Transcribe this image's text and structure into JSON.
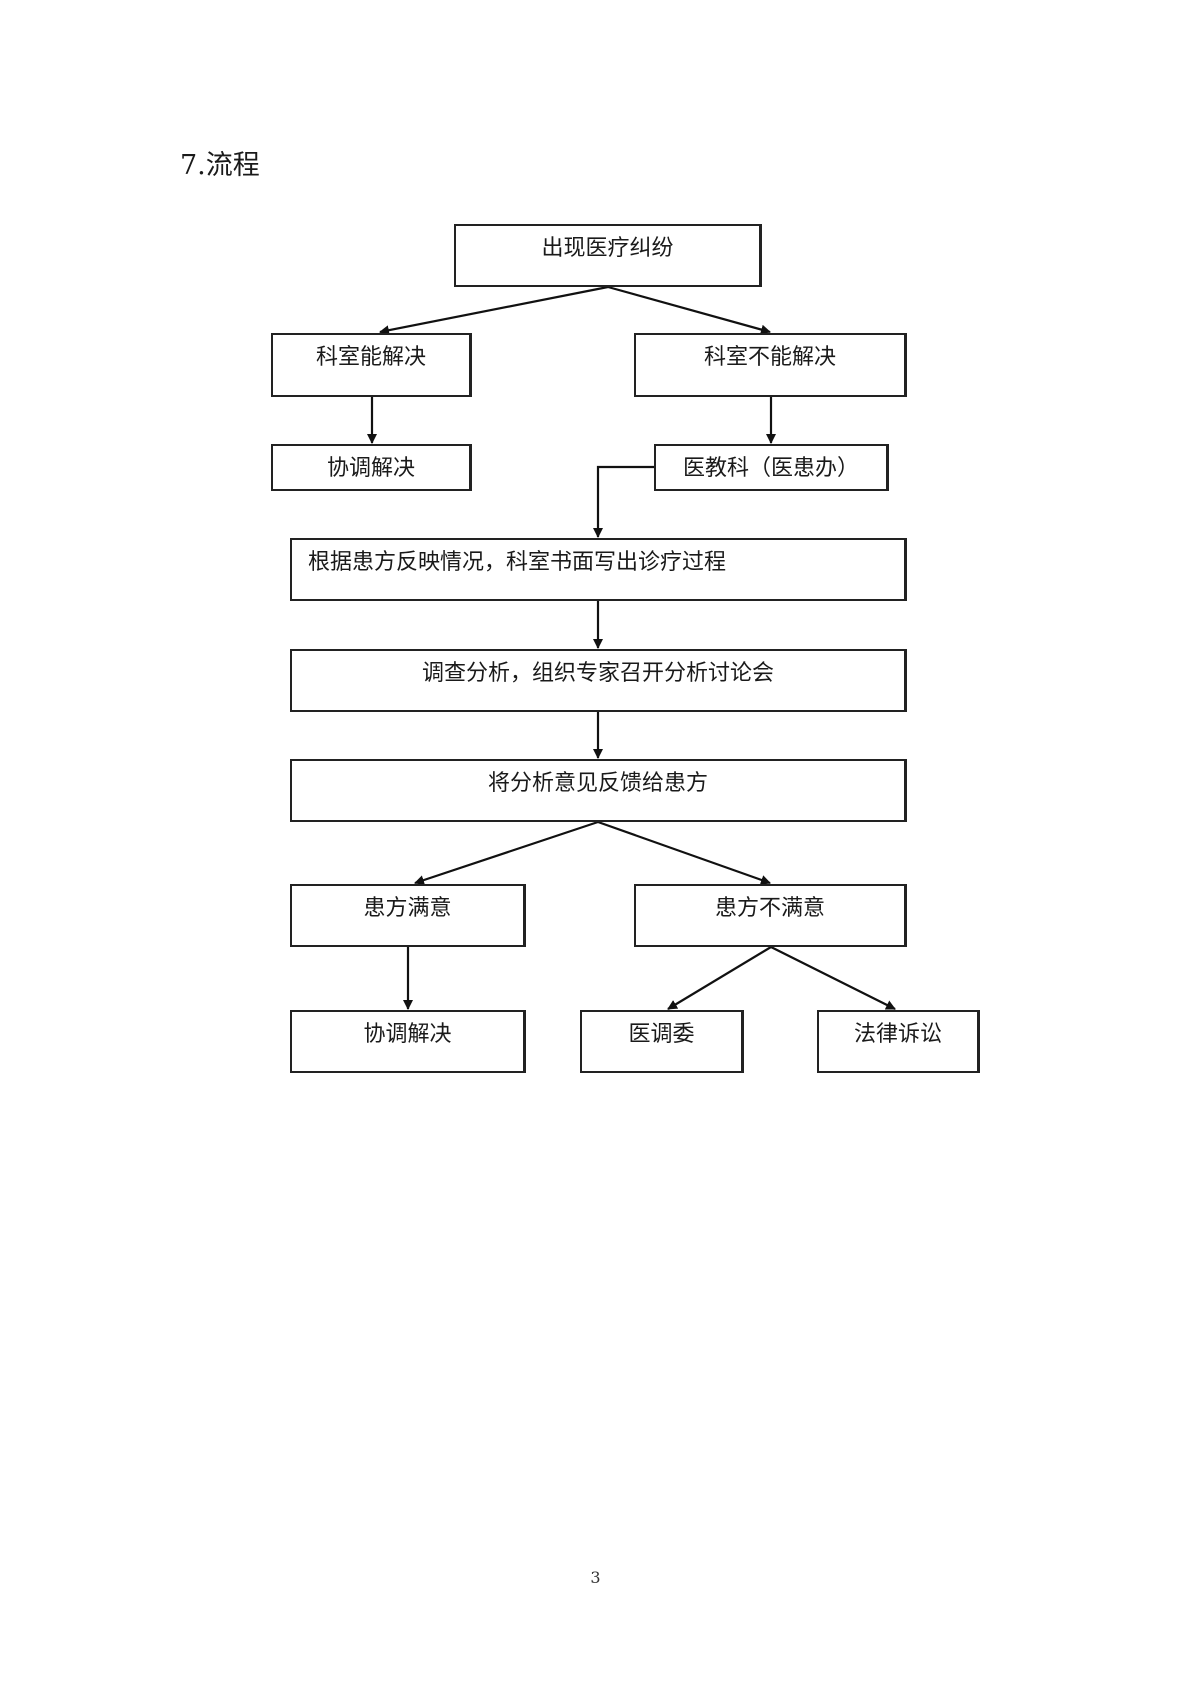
{
  "section_heading": "7.流程",
  "flowchart": {
    "start": "出现医疗纠纷",
    "dept_can_resolve": "科室能解决",
    "dept_cannot_resolve": "科室不能解决",
    "coordinate_resolve_1": "协调解决",
    "medical_affairs_office": "医教科（医患办）",
    "written_process": "根据患方反映情况，科室书面写出诊疗过程",
    "investigation": "调查分析，组织专家召开分析讨论会",
    "feedback": "将分析意见反馈给患方",
    "patient_satisfied": "患方满意",
    "patient_unsatisfied": "患方不满意",
    "coordinate_resolve_2": "协调解决",
    "mediation_committee": "医调委",
    "litigation": "法律诉讼"
  },
  "page_number": "3"
}
